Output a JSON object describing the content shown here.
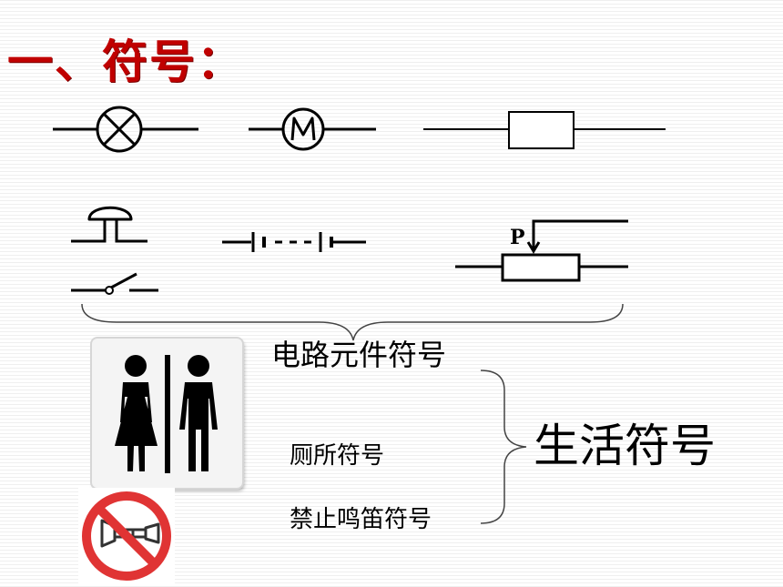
{
  "slide": {
    "title": "一、符号：",
    "labels": {
      "circuit_symbols": "电路元件符号",
      "toilet_symbol": "厕所符号",
      "no_horn_symbol": "禁止鸣笛符号",
      "life_symbols": "生活符号"
    },
    "rheostat_slider_label": "P",
    "colors": {
      "title": "#c00000",
      "prohibition_red": "#e03434",
      "sign_black": "#000000"
    },
    "icons": [
      "lamp-symbol-icon",
      "motor-symbol-icon",
      "resistor-symbol-icon",
      "bell-symbol-icon",
      "battery-symbol-icon",
      "switch-symbol-icon",
      "rheostat-symbol-icon",
      "toilet-sign-icon",
      "no-honking-sign-icon"
    ]
  }
}
